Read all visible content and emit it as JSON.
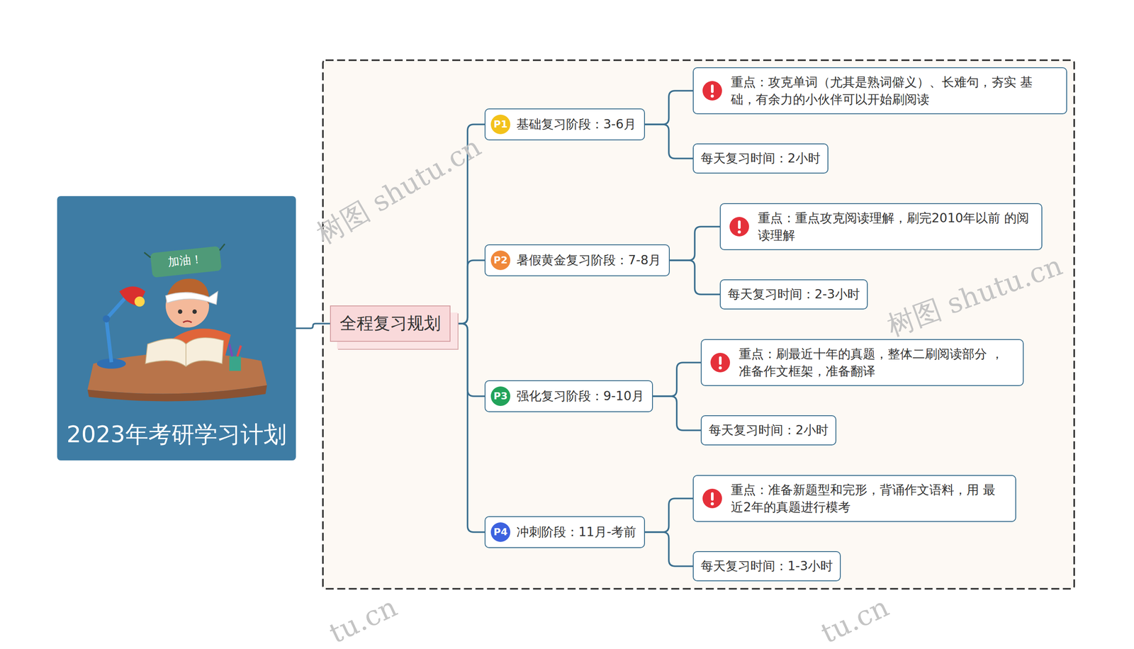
{
  "diagram": {
    "nodes": [
      {
        "text": [
          "2023年考研学习计划"
        ]
      },
      {
        "text": [
          "全程复习规划"
        ]
      },
      {
        "text": [
          "P1",
          "基础复习阶段：3-6月"
        ]
      },
      {
        "text": [
          "重点：攻克单词（尤其是熟词僻义）、长难句，夯实 基础，有余力的小伙伴可以开始刷阅读"
        ]
      },
      {
        "text": [
          "每天复习时间：2小时"
        ]
      },
      {
        "text": [
          "P2",
          "暑假黄金复习阶段：7-8月"
        ]
      },
      {
        "text": [
          "重点：重点攻克阅读理解，刷完2010年以前 的阅读理解"
        ]
      },
      {
        "text": [
          "每天复习时间：2-3小时"
        ]
      },
      {
        "text": [
          "P3",
          "强化复习阶段：9-10月"
        ]
      },
      {
        "text": [
          "重点：刷最近十年的真题，整体二刷阅读部分 ，准备作文框架，准备翻译"
        ]
      },
      {
        "text": [
          "每天复习时间：2小时"
        ]
      },
      {
        "text": [
          "P4",
          "冲刺阶段：11月-考前"
        ]
      },
      {
        "text": [
          "重点：准备新题型和完形，背诵作文语料，用 最近2年的真题进行模考"
        ]
      },
      {
        "text": [
          "每天复习时间：1-3小时"
        ]
      }
    ],
    "edges": [
      {
        "from": 0,
        "to": 1,
        "arrow": "none"
      },
      {
        "from": 1,
        "to": 2,
        "arrow": "none"
      },
      {
        "from": 1,
        "to": 5,
        "arrow": "none"
      },
      {
        "from": 1,
        "to": 8,
        "arrow": "none"
      },
      {
        "from": 1,
        "to": 11,
        "arrow": "none"
      },
      {
        "from": 2,
        "to": 3,
        "arrow": "none"
      },
      {
        "from": 2,
        "to": 4,
        "arrow": "none"
      },
      {
        "from": 5,
        "to": 6,
        "arrow": "none"
      },
      {
        "from": 5,
        "to": 7,
        "arrow": "none"
      },
      {
        "from": 8,
        "to": 9,
        "arrow": "none"
      },
      {
        "from": 8,
        "to": 10,
        "arrow": "none"
      },
      {
        "from": 11,
        "to": 12,
        "arrow": "none"
      },
      {
        "from": 11,
        "to": 13,
        "arrow": "none"
      }
    ],
    "labels": [
      "加油！",
      "树图 shutu.cn",
      "树图 shutu.cn",
      "tu.cn",
      "tu.cn"
    ]
  }
}
